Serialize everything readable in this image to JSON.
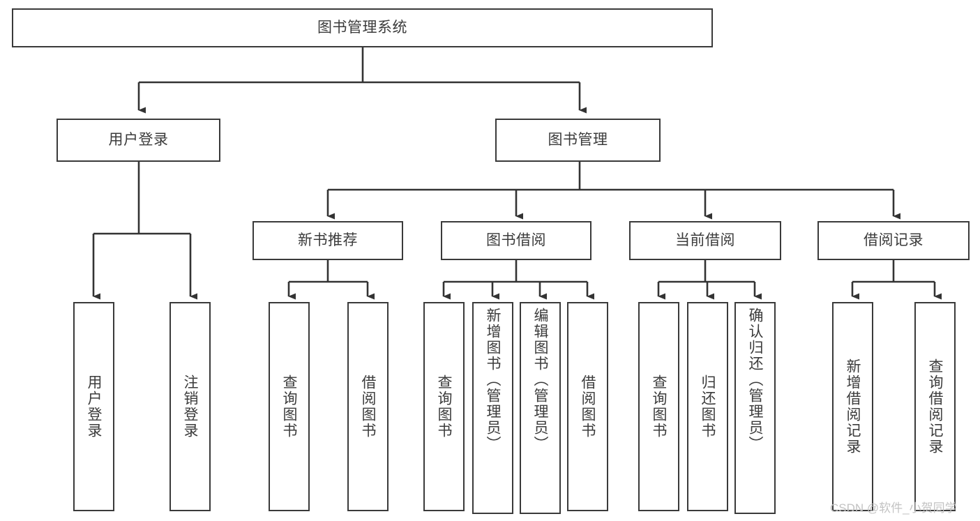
{
  "diagram": {
    "title": "图书管理系统",
    "type": "hierarchy-tree",
    "watermark": "CSDN @软件_小贺同学",
    "colors": {
      "box_border": "#3a3a3a",
      "box_fill": "#ffffff",
      "text": "#3b3b3b",
      "connector": "#333333",
      "watermark": "#c3c3c3"
    },
    "nodes": {
      "root": {
        "label": "图书管理系统"
      },
      "level2": [
        {
          "id": "user-login",
          "label": "用户登录"
        },
        {
          "id": "book-manage",
          "label": "图书管理"
        }
      ],
      "level3": [
        {
          "id": "new-book-recommend",
          "label": "新书推荐"
        },
        {
          "id": "book-borrow",
          "label": "图书借阅"
        },
        {
          "id": "current-borrow",
          "label": "当前借阅"
        },
        {
          "id": "borrow-record",
          "label": "借阅记录"
        }
      ],
      "leaves_user_login": [
        {
          "id": "leaf-user-login",
          "label": "用户登录"
        },
        {
          "id": "leaf-logout-login",
          "label": "注销登录"
        }
      ],
      "leaves_new_book_recommend": [
        {
          "id": "leaf-query-book-1",
          "label": "查询图书"
        },
        {
          "id": "leaf-borrow-book-1",
          "label": "借阅图书"
        }
      ],
      "leaves_book_borrow": [
        {
          "id": "leaf-query-book-2",
          "label": "查询图书"
        },
        {
          "id": "leaf-add-book",
          "label": "新增图书（管理员）"
        },
        {
          "id": "leaf-edit-book",
          "label": "编辑图书（管理员）"
        },
        {
          "id": "leaf-borrow-book-2",
          "label": "借阅图书"
        }
      ],
      "leaves_current_borrow": [
        {
          "id": "leaf-query-book-3",
          "label": "查询图书"
        },
        {
          "id": "leaf-return-book",
          "label": "归还图书"
        },
        {
          "id": "leaf-confirm-return",
          "label": "确认归还（管理员）"
        }
      ],
      "leaves_borrow_record": [
        {
          "id": "leaf-add-borrow-record",
          "label": "新增借阅记录"
        },
        {
          "id": "leaf-query-borrow-record",
          "label": "查询借阅记录"
        }
      ]
    }
  }
}
